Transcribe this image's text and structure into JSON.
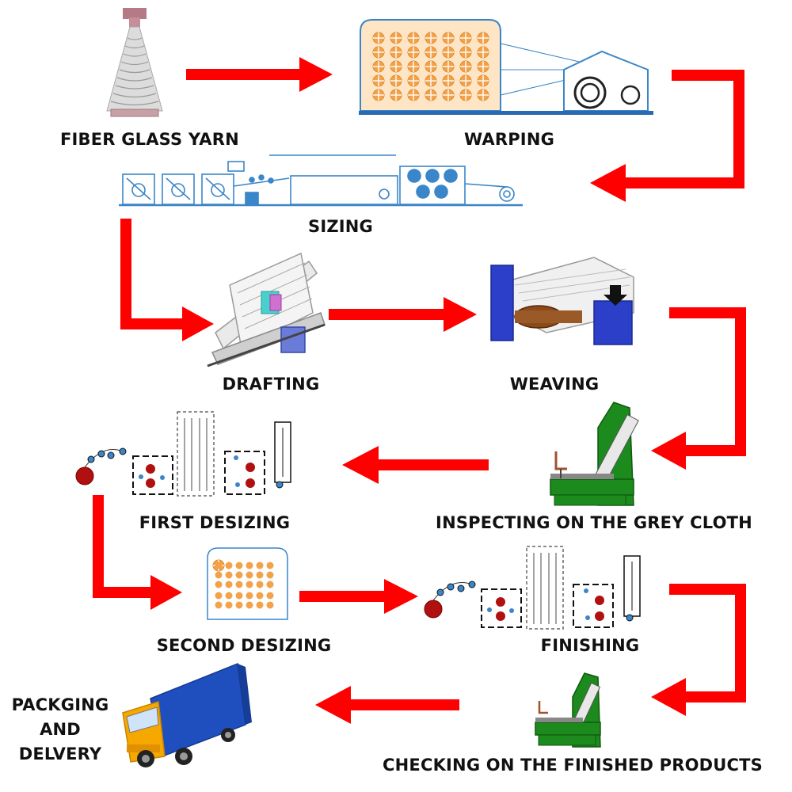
{
  "steps": {
    "fiber_glass_yarn": "FIBER GLASS YARN",
    "warping": "WARPING",
    "sizing": "SIZING",
    "drafting": "DRAFTING",
    "weaving": "WEAVING",
    "first_desizing": "FIRST DESIZING",
    "inspecting": "INSPECTING ON THE GREY CLOTH",
    "second_desizing": "SECOND DESIZING",
    "finishing": "FINISHING",
    "packaging_line1": "PACKGING",
    "packaging_line2": "AND",
    "packaging_line3": "DELVERY",
    "checking": "CHECKING ON THE FINISHED PRODUCTS"
  },
  "colors": {
    "arrow": "#ff0000",
    "machine_outline": "#3a86c8",
    "bobbin": "#f2a24a",
    "inspection_frame": "#1c8a1c",
    "desizing_roller": "#b01010",
    "truck_cab": "#f6a800",
    "truck_box": "#1f4fbf"
  },
  "icons": [
    "yarn-cone-icon",
    "warping-creel-icon",
    "sizing-machine-icon",
    "drafting-machine-icon",
    "weaving-loom-icon",
    "desizing-line-icon",
    "inspection-machine-icon",
    "truck-icon"
  ]
}
